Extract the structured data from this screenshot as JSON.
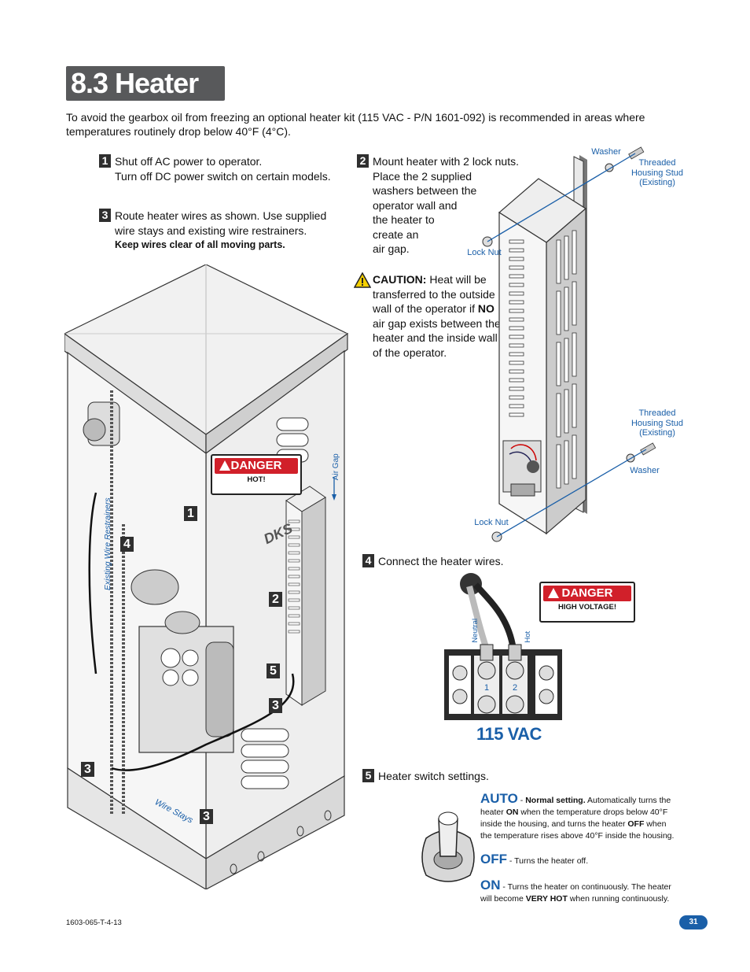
{
  "title": "8.3 Heater Kit",
  "intro": "To avoid the gearbox oil from freezing an optional heater kit (115 VAC - P/N 1601-092) is recommended in areas where temperatures routinely drop below 40°F (4°C).",
  "steps": {
    "s1": {
      "num": "1",
      "line1": "Shut off AC power to operator.",
      "line2": "Turn off DC power switch on certain models."
    },
    "s3": {
      "num": "3",
      "line1": "Route heater wires as shown. Use supplied",
      "line2": "wire stays and existing wire restrainers.",
      "line3": "Keep wires clear of all moving parts."
    },
    "s2": {
      "num": "2",
      "lines": [
        "Mount heater with 2 lock nuts.",
        "Place the 2 supplied",
        "washers between the",
        "operator wall and",
        "the heater to",
        "create an",
        "air gap."
      ]
    },
    "s4": {
      "num": "4",
      "text": "Connect the heater wires."
    },
    "s5": {
      "num": "5",
      "text": "Heater switch settings."
    }
  },
  "caution": {
    "label": "CAUTION:",
    "lines": [
      " Heat will be",
      "transferred to the outside",
      "wall of the operator if ",
      "air gap exists between the",
      "heater and the inside wall",
      "of the operator."
    ],
    "no": "NO"
  },
  "heater_labels": {
    "washer_top": "Washer",
    "stud_top": [
      "Threaded",
      "Housing Stud",
      "(Existing)"
    ],
    "locknut_top": "Lock Nut",
    "stud_bottom": [
      "Threaded",
      "Housing Stud",
      "(Existing)"
    ],
    "washer_bottom": "Washer",
    "locknut_bottom": "Lock Nut"
  },
  "operator_labels": {
    "restrainers": "Existing Wire Restrainers",
    "air_gap": "Air Gap",
    "wire_stays": "Wire Stays",
    "brand": "DKS",
    "callouts": [
      "1",
      "4",
      "2",
      "5",
      "3",
      "3",
      "3"
    ]
  },
  "danger1": {
    "head": "DANGER",
    "sub": "HOT!"
  },
  "danger2": {
    "head": "DANGER",
    "sub": "HIGH VOLTAGE!"
  },
  "terminal": {
    "neutral": "Neutral",
    "hot": "Hot",
    "t1": "1",
    "t2": "2",
    "voltage": "115 VAC"
  },
  "modes": {
    "auto": {
      "head": "AUTO",
      "bold": "Normal setting.",
      "t1": " Automatically turns the",
      "t2": "heater ",
      "on": "ON",
      "t3": " when the temperature drops below 40°F",
      "t4": "inside the housing, and turns the heater ",
      "off": "OFF",
      "t5": " when",
      "t6": "the temperature rises above 40°F inside the housing."
    },
    "off": {
      "head": "OFF",
      "text": " - Turns the heater off."
    },
    "on": {
      "head": "ON",
      "t1": " - Turns the heater on continuously. The heater",
      "t2": "will become ",
      "hot": "VERY HOT",
      "t3": " when running continuously."
    }
  },
  "footer": {
    "code": "1603-065-T-4-13",
    "page": "31"
  },
  "colors": {
    "accent": "#1a5fa8",
    "danger": "#d1202a",
    "title_bg": "#58595b"
  }
}
